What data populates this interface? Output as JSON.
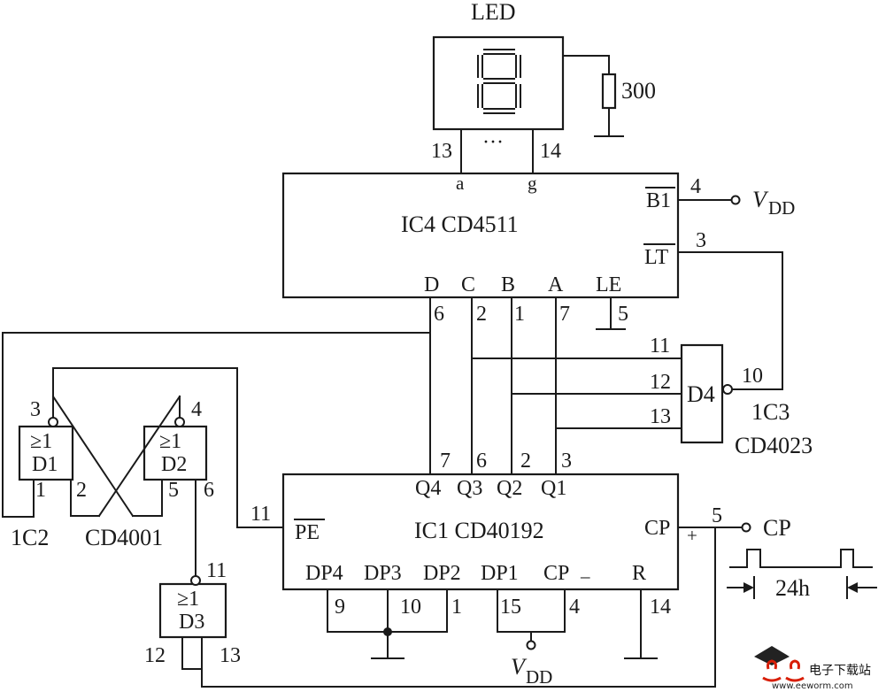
{
  "led": {
    "label": "LED",
    "pin_left": "13",
    "pin_right": "14",
    "dots": "···",
    "seg_a": "a",
    "seg_g": "g"
  },
  "resistor": {
    "value": "300"
  },
  "ic4": {
    "title": "IC4 CD4511",
    "bi": "B1",
    "bi_pin": "4",
    "lt": "LT",
    "lt_pin": "3",
    "inputs": [
      "D",
      "C",
      "B",
      "A",
      "LE"
    ],
    "input_pins": [
      "6",
      "2",
      "1",
      "7",
      "5"
    ]
  },
  "vdd_top": {
    "main": "V",
    "sub": "DD"
  },
  "ic3": {
    "gate": "D4",
    "pins_in": [
      "11",
      "12",
      "13"
    ],
    "pin_out": "10",
    "name": "1C3",
    "part": "CD4023"
  },
  "ic2": {
    "gate1": "D1",
    "gate2": "D2",
    "sym": "≥1",
    "g1_out": "3",
    "g2_out": "4",
    "g1_in": [
      "1",
      "2"
    ],
    "g2_in": [
      "5",
      "6"
    ],
    "name": "1C2",
    "part": "CD4001"
  },
  "d3": {
    "gate": "D3",
    "sym": "≥1",
    "out_pin": "11",
    "in_pins": [
      "12",
      "13"
    ]
  },
  "ic1": {
    "title": "IC1 CD40192",
    "outputs": [
      "Q4",
      "Q3",
      "Q2",
      "Q1"
    ],
    "output_pins": [
      "7",
      "6",
      "2",
      "3"
    ],
    "pe": "PE",
    "pe_pin": "11",
    "cp_plus": "CP",
    "cp_plus_sub": "+",
    "cp_plus_pin": "5",
    "inputs": [
      "DP4",
      "DP3",
      "DP2",
      "DP1"
    ],
    "cp_minus": "CP",
    "cp_minus_sub": "–",
    "r": "R",
    "bottom_pins": [
      "9",
      "10",
      "1",
      "15",
      "4",
      "14"
    ]
  },
  "vdd_bottom": {
    "main": "V",
    "sub": "DD"
  },
  "clock": {
    "label": "CP",
    "period": "24h"
  },
  "watermark": {
    "cn": "电子下载站",
    "url": "www.eeworm.com"
  }
}
